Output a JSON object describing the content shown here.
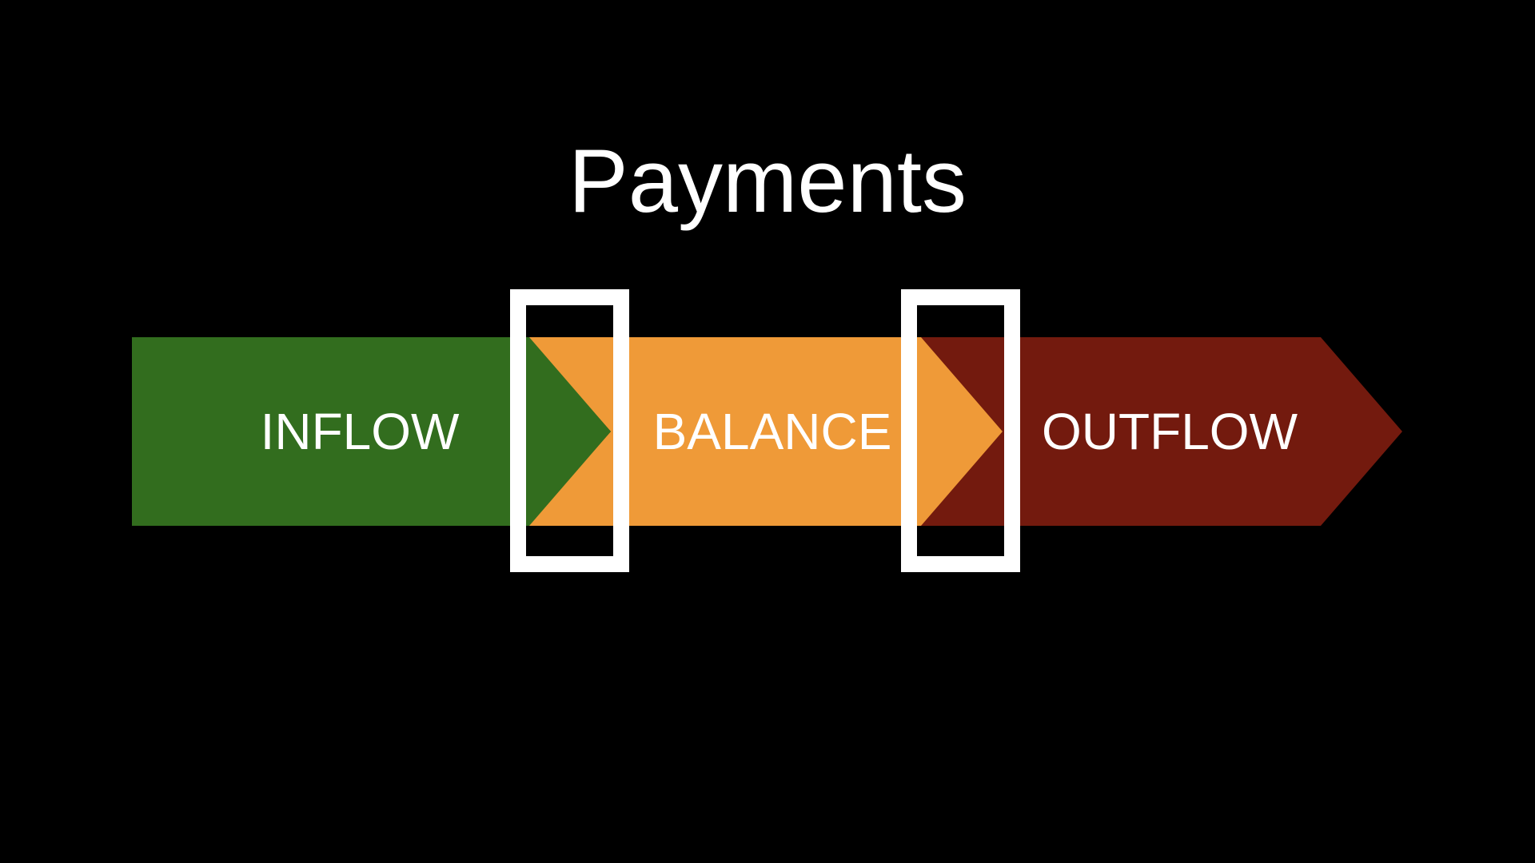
{
  "slide": {
    "title": "Payments",
    "background_color": "#000000",
    "text_color": "#ffffff"
  },
  "flow": {
    "stages": [
      {
        "label": "INFLOW",
        "color": "#326d1e"
      },
      {
        "label": "BALANCE",
        "color": "#ef9a38"
      },
      {
        "label": "OUTFLOW",
        "color": "#731a0e"
      }
    ],
    "transition_highlights": [
      {
        "between": [
          "INFLOW",
          "BALANCE"
        ],
        "color": "#ffffff"
      },
      {
        "between": [
          "BALANCE",
          "OUTFLOW"
        ],
        "color": "#ffffff"
      }
    ]
  }
}
